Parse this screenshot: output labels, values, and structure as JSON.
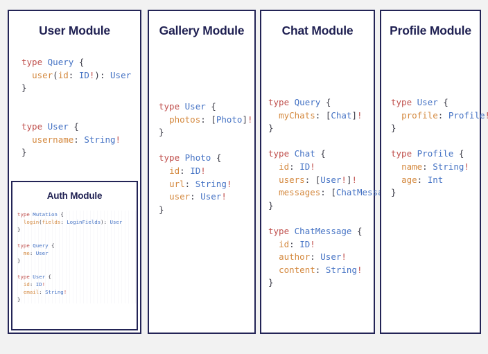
{
  "background_color": "#f2f2f2",
  "theme": {
    "border_color": "#232456",
    "title_color": "#1f2052",
    "keyword_color": "#c0504d",
    "type_color": "#4472c4",
    "field_color": "#d4893f",
    "punctuation_color": "#3a3a46",
    "bang_color": "#c0504d",
    "card_background": "#ffffff"
  },
  "modules": {
    "user": {
      "title": "User Module",
      "code": [
        {
          "kw": "type",
          "type": "Query",
          "open": "{"
        },
        {
          "indent": 1,
          "field": "user",
          "punc": "(",
          "arg": "id",
          "colon": ":",
          "argtype": "ID",
          "bang1": "!",
          "close_paren": ")",
          "colon2": ":",
          "rettype": "User"
        },
        {
          "close": "}"
        },
        {
          "blank": true
        },
        {
          "blank": true
        },
        {
          "kw": "type",
          "type": "User",
          "open": "{"
        },
        {
          "indent": 1,
          "field": "username",
          "colon": ":",
          "rettype": "String",
          "bang1": "!"
        },
        {
          "close": "}"
        }
      ]
    },
    "auth": {
      "title": "Auth Module",
      "code": [
        {
          "kw": "type",
          "type": "Mutation",
          "open": "{"
        },
        {
          "indent": 1,
          "field": "login",
          "punc": "(",
          "arg": "fields",
          "colon": ":",
          "argtype": "LoginFields",
          "close_paren": ")",
          "colon2": ":",
          "rettype": "User"
        },
        {
          "close": "}"
        },
        {
          "blank": true
        },
        {
          "kw": "type",
          "type": "Query",
          "open": "{"
        },
        {
          "indent": 1,
          "field": "me",
          "colon": ":",
          "rettype": "User"
        },
        {
          "close": "}"
        },
        {
          "blank": true
        },
        {
          "kw": "type",
          "type": "User",
          "open": "{"
        },
        {
          "indent": 1,
          "field": "id",
          "colon": ":",
          "rettype": "ID",
          "bang1": "!"
        },
        {
          "indent": 1,
          "field": "email",
          "colon": ":",
          "rettype": "String",
          "bang1": "!"
        },
        {
          "close": "}"
        }
      ]
    },
    "gallery": {
      "title": "Gallery Module",
      "code": [
        {
          "kw": "type",
          "type": "User",
          "open": "{"
        },
        {
          "indent": 1,
          "field": "photos",
          "colon": ":",
          "list_open": "[",
          "rettype": "Photo",
          "list_close": "]",
          "bang1": "!"
        },
        {
          "close": "}"
        },
        {
          "blank": true
        },
        {
          "kw": "type",
          "type": "Photo",
          "open": "{"
        },
        {
          "indent": 1,
          "field": "id",
          "colon": ":",
          "rettype": "ID",
          "bang1": "!"
        },
        {
          "indent": 1,
          "field": "url",
          "colon": ":",
          "rettype": "String",
          "bang1": "!"
        },
        {
          "indent": 1,
          "field": "user",
          "colon": ":",
          "rettype": "User",
          "bang1": "!"
        },
        {
          "close": "}"
        }
      ]
    },
    "chat": {
      "title": "Chat Module",
      "code": [
        {
          "kw": "type",
          "type": "Query",
          "open": "{"
        },
        {
          "indent": 1,
          "field": "myChats",
          "colon": ":",
          "list_open": "[",
          "rettype": "Chat",
          "list_close": "]",
          "bang1": "!"
        },
        {
          "close": "}"
        },
        {
          "blank": true
        },
        {
          "kw": "type",
          "type": "Chat",
          "open": "{"
        },
        {
          "indent": 1,
          "field": "id",
          "colon": ":",
          "rettype": "ID",
          "bang1": "!"
        },
        {
          "indent": 1,
          "field": "users",
          "colon": ":",
          "list_open": "[",
          "rettype": "User",
          "inner_bang": "!",
          "list_close": "]",
          "bang1": "!"
        },
        {
          "indent": 1,
          "field": "messages",
          "colon": ":",
          "list_open": "[",
          "rettype": "ChatMessage",
          "list_close": "]",
          "bang1": "!"
        },
        {
          "close": "}"
        },
        {
          "blank": true
        },
        {
          "kw": "type",
          "type": "ChatMessage",
          "open": "{"
        },
        {
          "indent": 1,
          "field": "id",
          "colon": ":",
          "rettype": "ID",
          "bang1": "!"
        },
        {
          "indent": 1,
          "field": "author",
          "colon": ":",
          "rettype": "User",
          "bang1": "!"
        },
        {
          "indent": 1,
          "field": "content",
          "colon": ":",
          "rettype": "String",
          "bang1": "!"
        },
        {
          "close": "}"
        }
      ]
    },
    "profile": {
      "title": "Profile Module",
      "code": [
        {
          "kw": "type",
          "type": "User",
          "open": "{"
        },
        {
          "indent": 1,
          "field": "profile",
          "colon": ":",
          "rettype": "Profile",
          "bang1": "!"
        },
        {
          "close": "}"
        },
        {
          "blank": true
        },
        {
          "kw": "type",
          "type": "Profile",
          "open": "{"
        },
        {
          "indent": 1,
          "field": "name",
          "colon": ":",
          "rettype": "String",
          "bang1": "!"
        },
        {
          "indent": 1,
          "field": "age",
          "colon": ":",
          "rettype": "Int"
        },
        {
          "close": "}"
        }
      ]
    }
  }
}
